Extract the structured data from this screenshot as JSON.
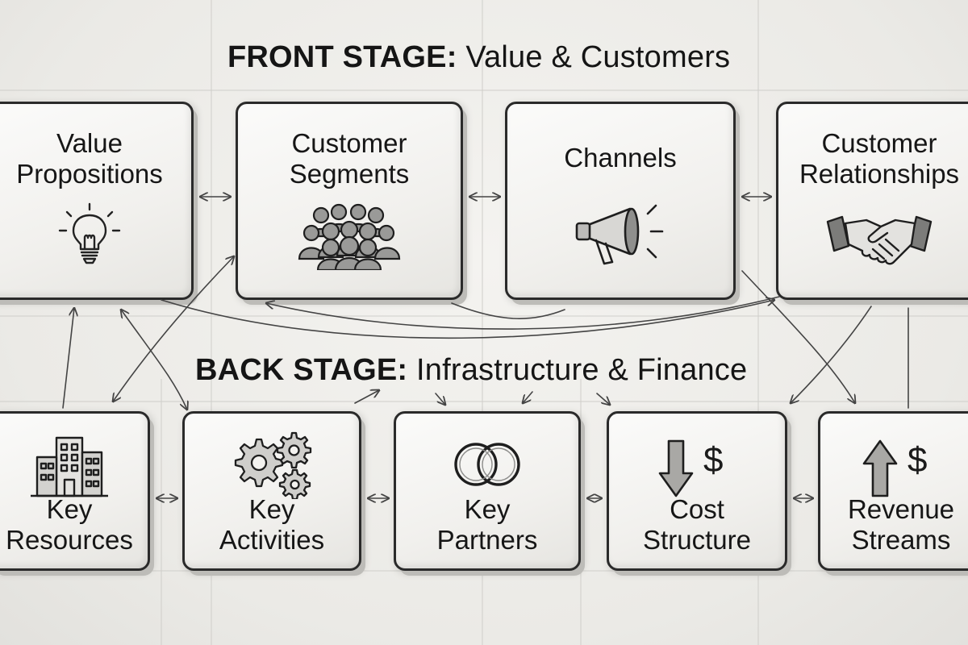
{
  "front_stage": {
    "heading_strong": "FRONT STAGE:",
    "heading_rest": " Value & Customers",
    "blocks": [
      {
        "lines": [
          "Value",
          "Propositions"
        ],
        "icon": "lightbulb-icon"
      },
      {
        "lines": [
          "Customer",
          "Segments"
        ],
        "icon": "people-group-icon"
      },
      {
        "lines": [
          "Channels"
        ],
        "icon": "megaphone-icon"
      },
      {
        "lines": [
          "Customer",
          "Relationships"
        ],
        "icon": "handshake-icon"
      }
    ]
  },
  "back_stage": {
    "heading_strong": "BACK STAGE:",
    "heading_rest": " Infrastructure & Finance",
    "blocks": [
      {
        "lines": [
          "Key",
          "Resources"
        ],
        "icon": "building-icon"
      },
      {
        "lines": [
          "Key",
          "Activities"
        ],
        "icon": "gears-icon"
      },
      {
        "lines": [
          "Key",
          "Partners"
        ],
        "icon": "linked-rings-icon"
      },
      {
        "lines": [
          "Cost",
          "Structure"
        ],
        "icon": "arrow-down-dollar-icon",
        "icon_text": "$"
      },
      {
        "lines": [
          "Revenue",
          "Streams"
        ],
        "icon": "arrow-up-dollar-icon",
        "icon_text": "$"
      }
    ]
  },
  "colors": {
    "ink": "#1b1b1b",
    "paper": "#ecebe8",
    "card": "#f6f5f3",
    "pencil": "#444444"
  }
}
